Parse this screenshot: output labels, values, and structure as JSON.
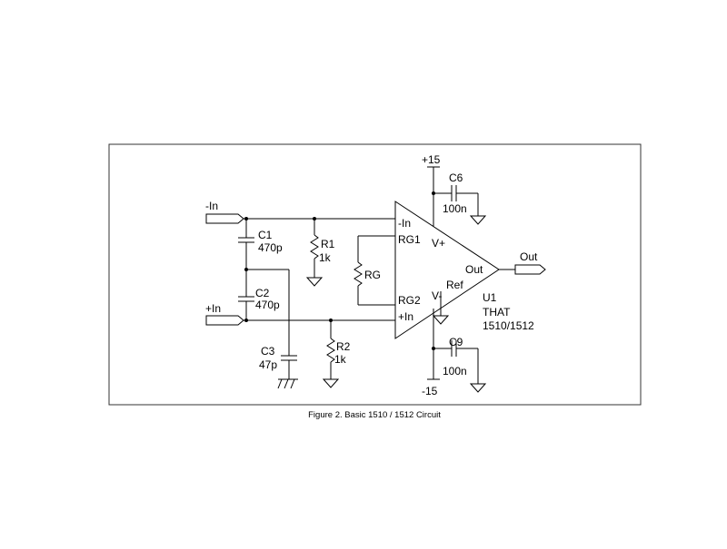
{
  "figure": {
    "caption": "Figure 2. Basic 1510 / 1512 Circuit"
  },
  "ports": {
    "in_minus": "-In",
    "in_plus": "+In",
    "out": "Out"
  },
  "supply": {
    "pos": "+15",
    "neg": "-15"
  },
  "components": {
    "c1": {
      "ref": "C1",
      "value": "470p"
    },
    "c2": {
      "ref": "C2",
      "value": "470p"
    },
    "c3": {
      "ref": "C3",
      "value": "47p"
    },
    "r1": {
      "ref": "R1",
      "value": "1k"
    },
    "r2": {
      "ref": "R2",
      "value": "1k"
    },
    "rg": {
      "ref": "RG"
    },
    "c6": {
      "ref": "C6",
      "value": "100n"
    },
    "c9": {
      "ref": "C9",
      "value": "100n"
    }
  },
  "chip": {
    "ref": "U1",
    "maker": "THAT",
    "part": "1510/1512",
    "pins": {
      "in_minus": "-In",
      "rg1": "RG1",
      "rg2": "RG2",
      "in_plus": "+In",
      "v_plus": "V+",
      "v_minus": "V-",
      "out": "Out",
      "ref": "Ref"
    }
  }
}
